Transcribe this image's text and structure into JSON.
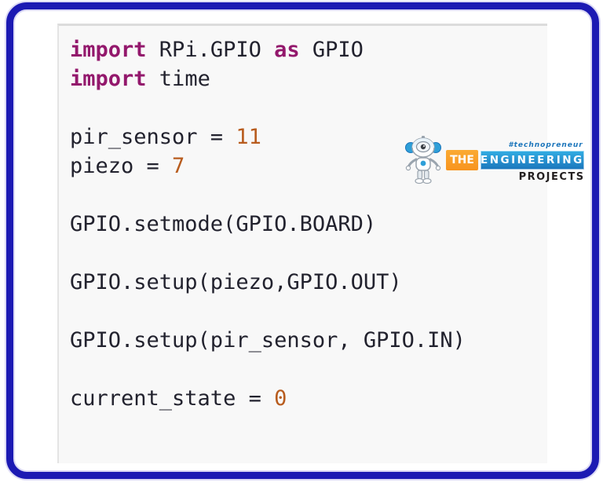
{
  "frame": {
    "border_color": "#1c1ab3",
    "halo_color": "#dcdaf5",
    "background": "#ffffff"
  },
  "panel": {
    "background": "#f8f8f8",
    "edge_color": "#dcdcdc"
  },
  "code": {
    "colors": {
      "keyword": "#93186c",
      "plain": "#22222e",
      "number": "#b85c1e"
    },
    "lines": [
      [
        [
          "k",
          "import"
        ],
        [
          "p",
          " RPi.GPIO "
        ],
        [
          "k",
          "as"
        ],
        [
          "p",
          " GPIO"
        ]
      ],
      [
        [
          "k",
          "import"
        ],
        [
          "p",
          " time"
        ]
      ],
      [],
      [
        [
          "p",
          "pir_sensor = "
        ],
        [
          "n",
          "11"
        ]
      ],
      [
        [
          "p",
          "piezo = "
        ],
        [
          "n",
          "7"
        ]
      ],
      [],
      [
        [
          "p",
          "GPIO.setmode(GPIO.BOARD)"
        ]
      ],
      [],
      [
        [
          "p",
          "GPIO.setup(piezo,GPIO.OUT)"
        ]
      ],
      [],
      [
        [
          "p",
          "GPIO.setup(pir_sensor, GPIO.IN)"
        ]
      ],
      [],
      [
        [
          "p",
          "current_state = "
        ],
        [
          "n",
          "0"
        ]
      ]
    ]
  },
  "logo": {
    "tagline": "#technopreneur",
    "the": "THE",
    "engineering": "ENGINEERING",
    "projects": "PROJECTS",
    "icon": "robot-mascot-icon",
    "orange": "#f7941e",
    "blue_light": "#33aee4",
    "blue_dark": "#1b75bb",
    "text_dark": "#231f20"
  }
}
